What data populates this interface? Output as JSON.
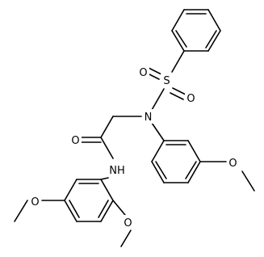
{
  "atoms": {
    "sulfur": "S",
    "sulfonyl_oxygen_left": "O",
    "sulfonyl_oxygen_right": "O",
    "sulfonamide_nitrogen": "N",
    "carbonyl_oxygen": "O",
    "amide_nitrogen": "NH",
    "methoxy_oxygen_right_ring": "O",
    "methoxy_oxygen_lower_left": "O",
    "methoxy_oxygen_lower_right": "O"
  },
  "colors": {
    "bond": "#000000",
    "background": "#ffffff"
  }
}
